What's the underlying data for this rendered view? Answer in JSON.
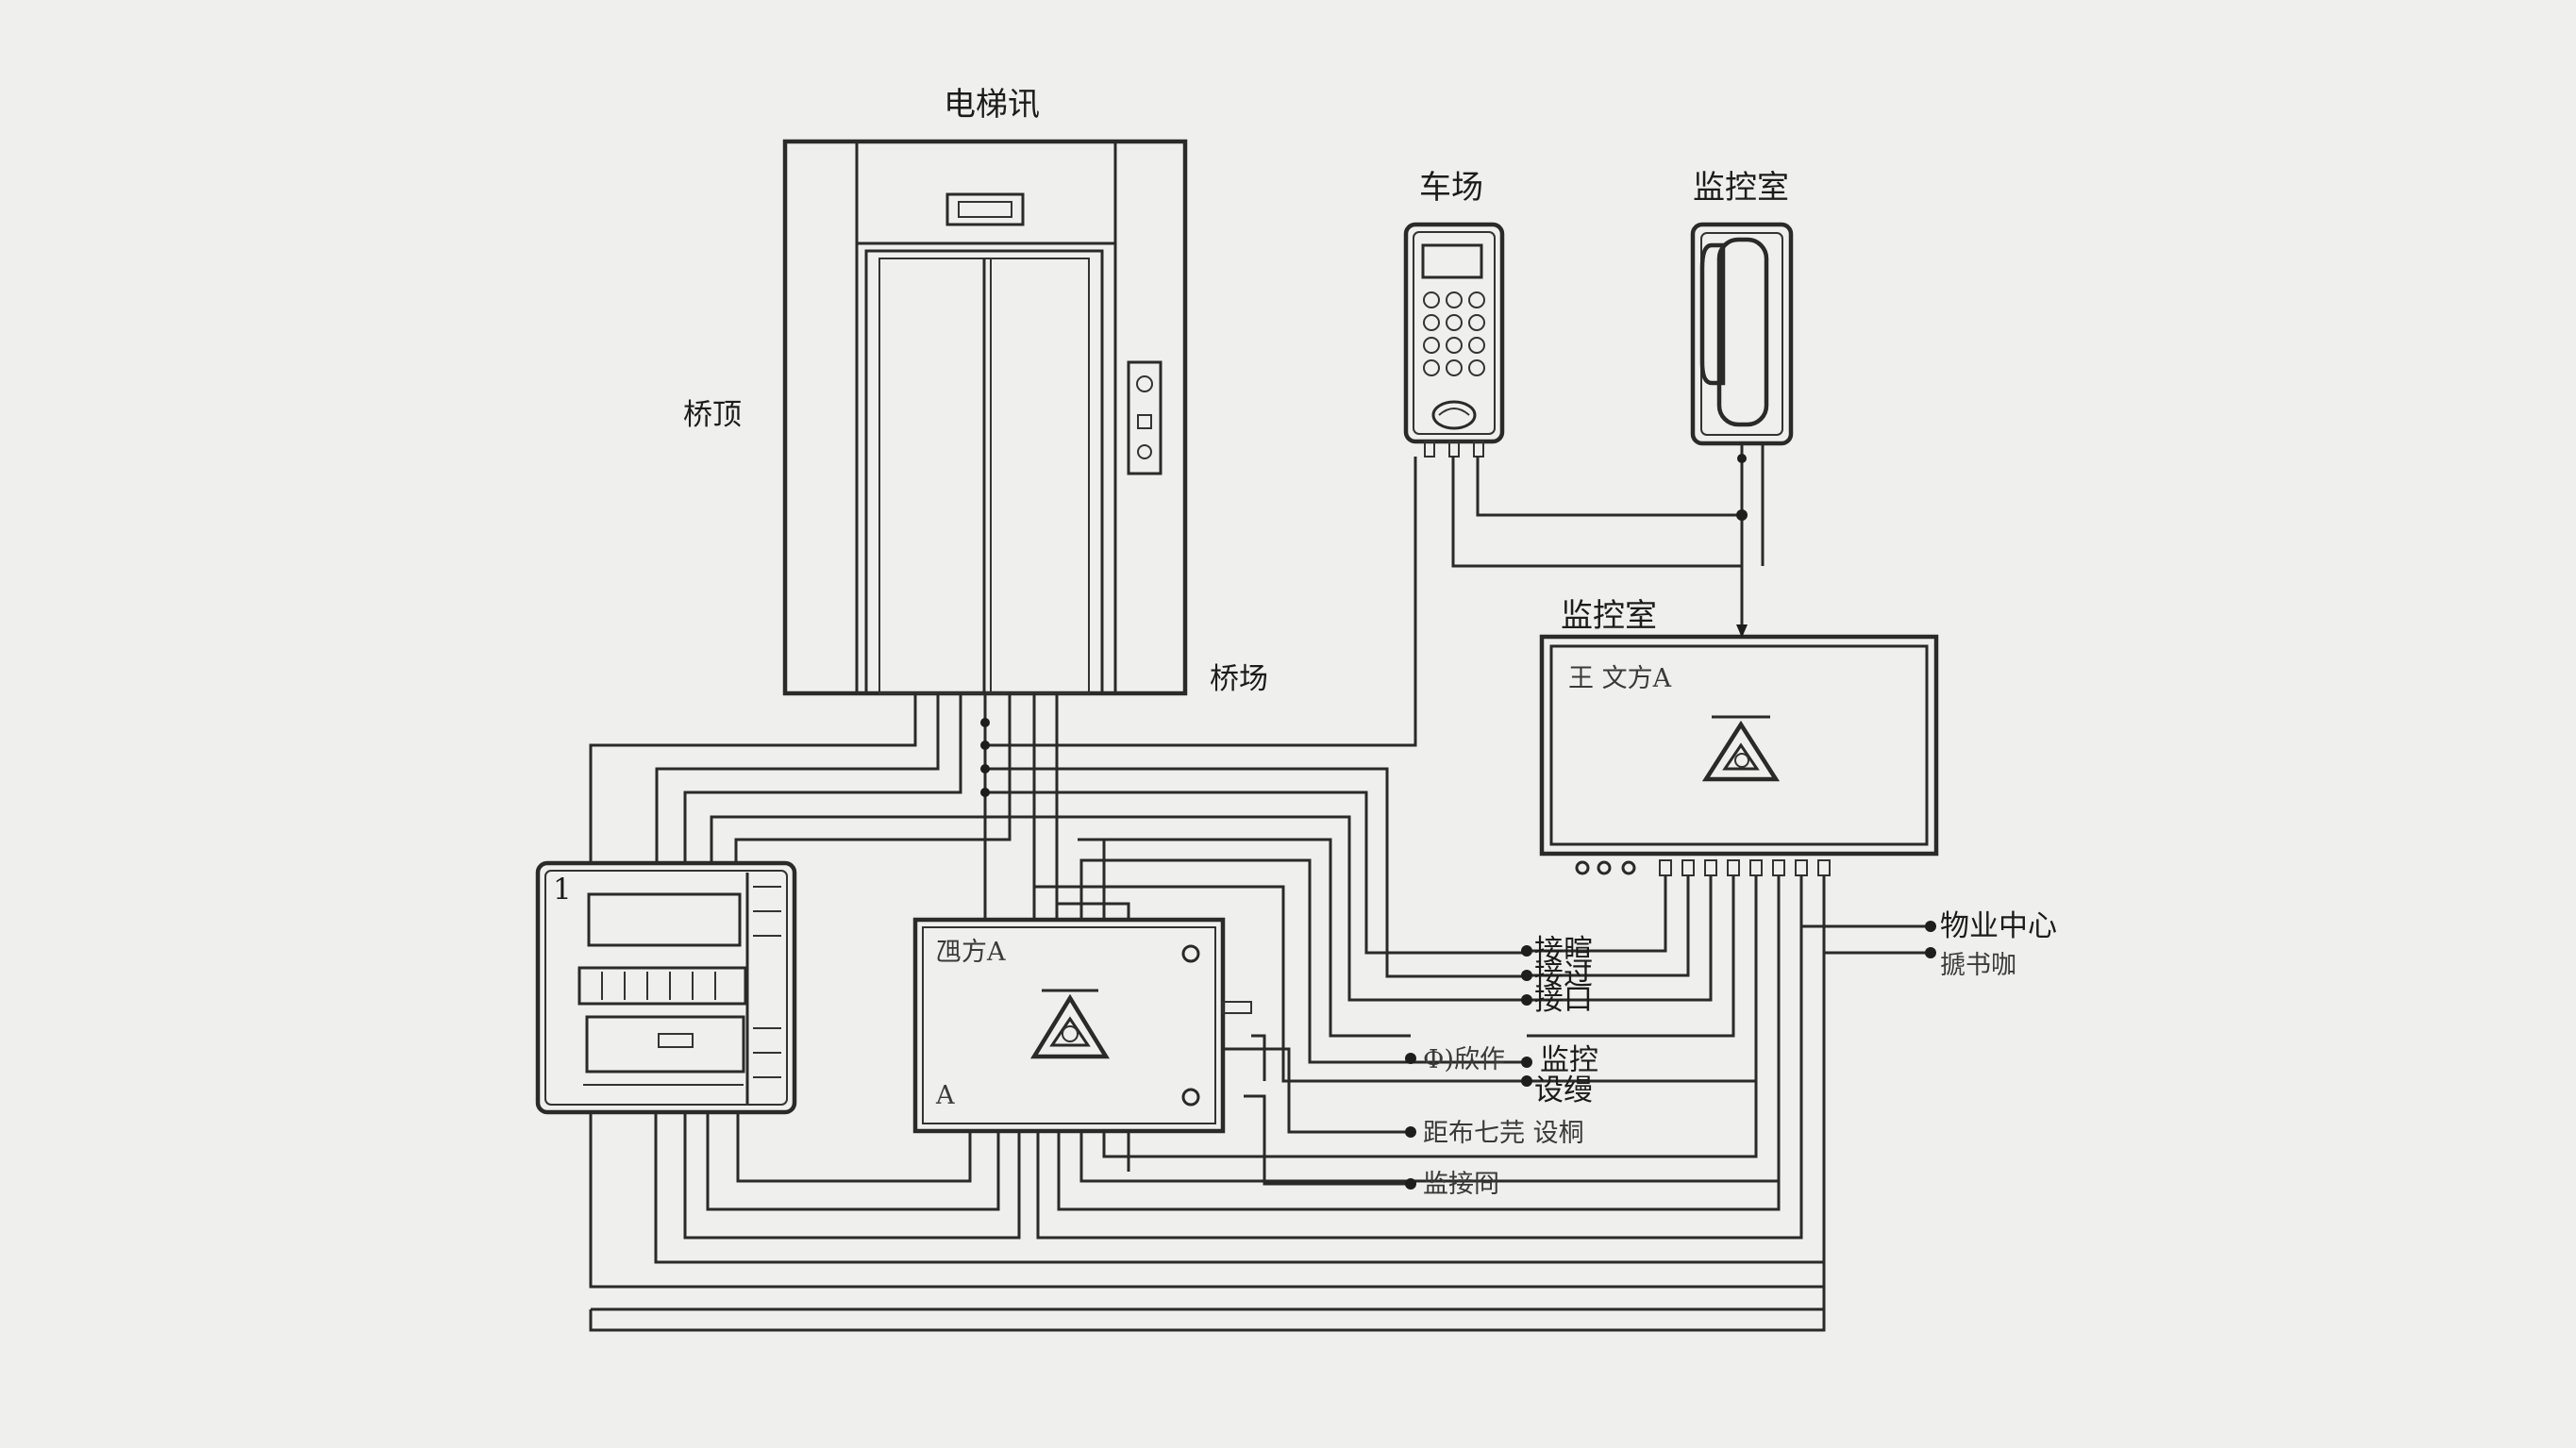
{
  "labels": {
    "elevator_title": "电梯讯",
    "car_top": "桥顶",
    "car_side": "桥场",
    "parking": "车场",
    "monitor_room_top": "监控室",
    "monitor_room_box": "监控室",
    "monitor_panel_text": "王 文方A",
    "center_box_text": "乪方A",
    "center_box_corner": "A",
    "left_box_tag": "1",
    "property_center": "物业中心",
    "property_sub": "搋书咖",
    "port_1": "接暄",
    "port_2": "接过",
    "port_3": "接口",
    "left_note_1": "Ф)欣作",
    "monitor_label": "监控",
    "device_label": "设缦",
    "bottom_note_1": "距布七芫 设桐",
    "bottom_note_2": "监接冏"
  }
}
